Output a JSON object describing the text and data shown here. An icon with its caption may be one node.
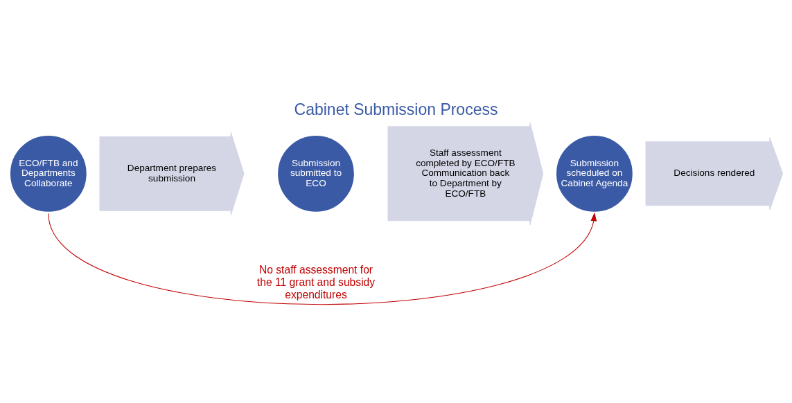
{
  "diagram": {
    "title": "Cabinet Submission Process",
    "nodes": [
      {
        "text": [
          "ECO/FTB and Departments Collaborate"
        ]
      },
      {
        "text": [
          "Department prepares submission"
        ]
      },
      {
        "text": [
          "Submission submitted to ECO"
        ]
      },
      {
        "text": [
          "Staff assessment completed by ECO/FTB",
          "Communication back to Department by ECO/FTB"
        ]
      },
      {
        "text": [
          "Submission scheduled on Cabinet Agenda"
        ]
      },
      {
        "text": [
          "Decisions rendered"
        ]
      }
    ],
    "edges": [
      {
        "from": 0,
        "to": 4,
        "arrow": "to",
        "label": "No staff assessment for the 11 grant and subsidy expenditures",
        "color": "#c00000"
      }
    ]
  }
}
